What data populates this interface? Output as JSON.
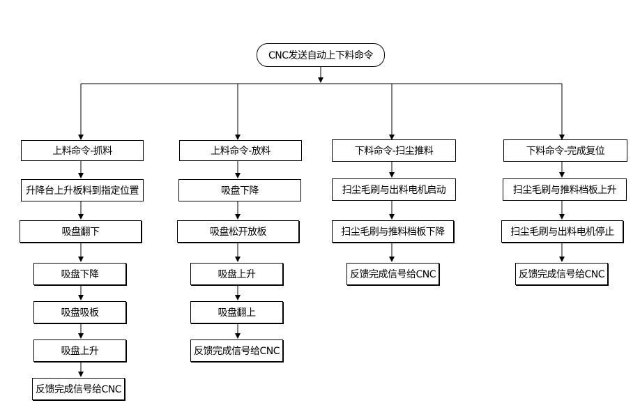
{
  "start": "CNC发送自动上下料命令",
  "columns": [
    {
      "header": "上料命令-抓料",
      "steps": [
        "升降台上升板料到指定位置",
        "吸盘翻下",
        "吸盘下降",
        "吸盘吸板",
        "吸盘上升",
        "反馈完成信号给CNC"
      ]
    },
    {
      "header": "上料命令-放料",
      "steps": [
        "吸盘下降",
        "吸盘松开放板",
        "吸盘上升",
        "吸盘翻上",
        "反馈完成信号给CNC"
      ]
    },
    {
      "header": "下料命令-扫尘推料",
      "steps": [
        "扫尘毛刷与出料电机启动",
        "扫尘毛刷与推料档板下降",
        "反馈完成信号给CNC"
      ]
    },
    {
      "header": "下料命令-完成复位",
      "steps": [
        "扫尘毛刷与推料档板上升",
        "扫尘毛刷与出料电机停止",
        "反馈完成信号给CNC"
      ]
    }
  ]
}
